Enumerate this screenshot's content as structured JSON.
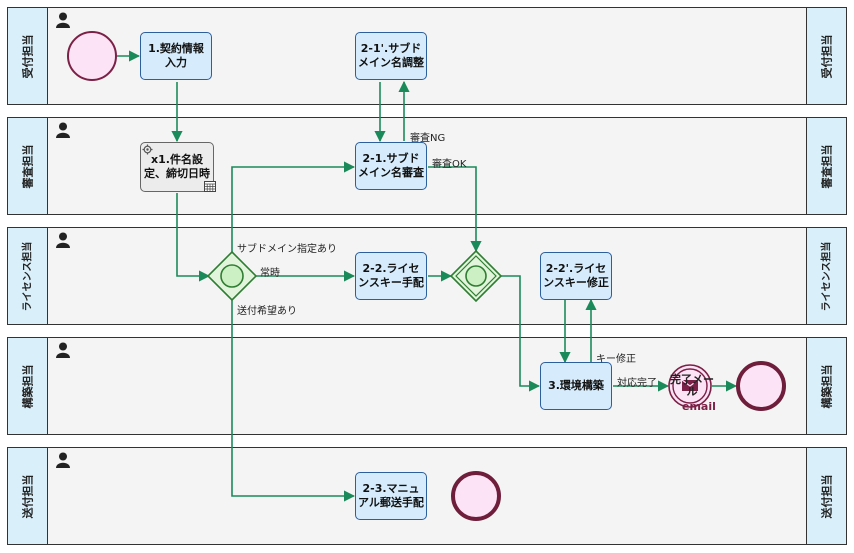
{
  "lanes": [
    {
      "name": "受付担当"
    },
    {
      "name": "審査担当"
    },
    {
      "name": "ライセンス担当"
    },
    {
      "name": "構築担当"
    },
    {
      "name": "送付担当"
    }
  ],
  "tasks": {
    "contract_input": "1.契約情報入力",
    "subdomain_adjust": "2-1'.サブドメイン名調整",
    "name_setting": "x1.件名設定、締切日時",
    "subdomain_review": "2-1.サブドメイン名審査",
    "license_arrange": "2-2.ライセンスキー手配",
    "license_fix": "2-2'.ライセンスキー修正",
    "env_build": "3.環境構築",
    "manual_mail": "2-3.マニュアル郵送手配"
  },
  "labels": {
    "review_ng": "審査NG",
    "review_ok": "審査OK",
    "subdomain_specified": "サブドメイン指定あり",
    "always": "常時",
    "send_requested": "送付希望あり",
    "key_fix": "キー修正",
    "response_done": "対応完了"
  },
  "mail_event": {
    "title": "完了メール",
    "type": "email"
  },
  "colors": {
    "flow": "#1b8a5a",
    "task_fill": "#d6ecfc",
    "task_border": "#2b5f9e",
    "lane_label": "#d9f0fb",
    "start_fill": "#fde3f6",
    "start_stroke": "#7b2046",
    "gateway_fill": "#e2f5dc",
    "gateway_stroke": "#2f7d32"
  }
}
